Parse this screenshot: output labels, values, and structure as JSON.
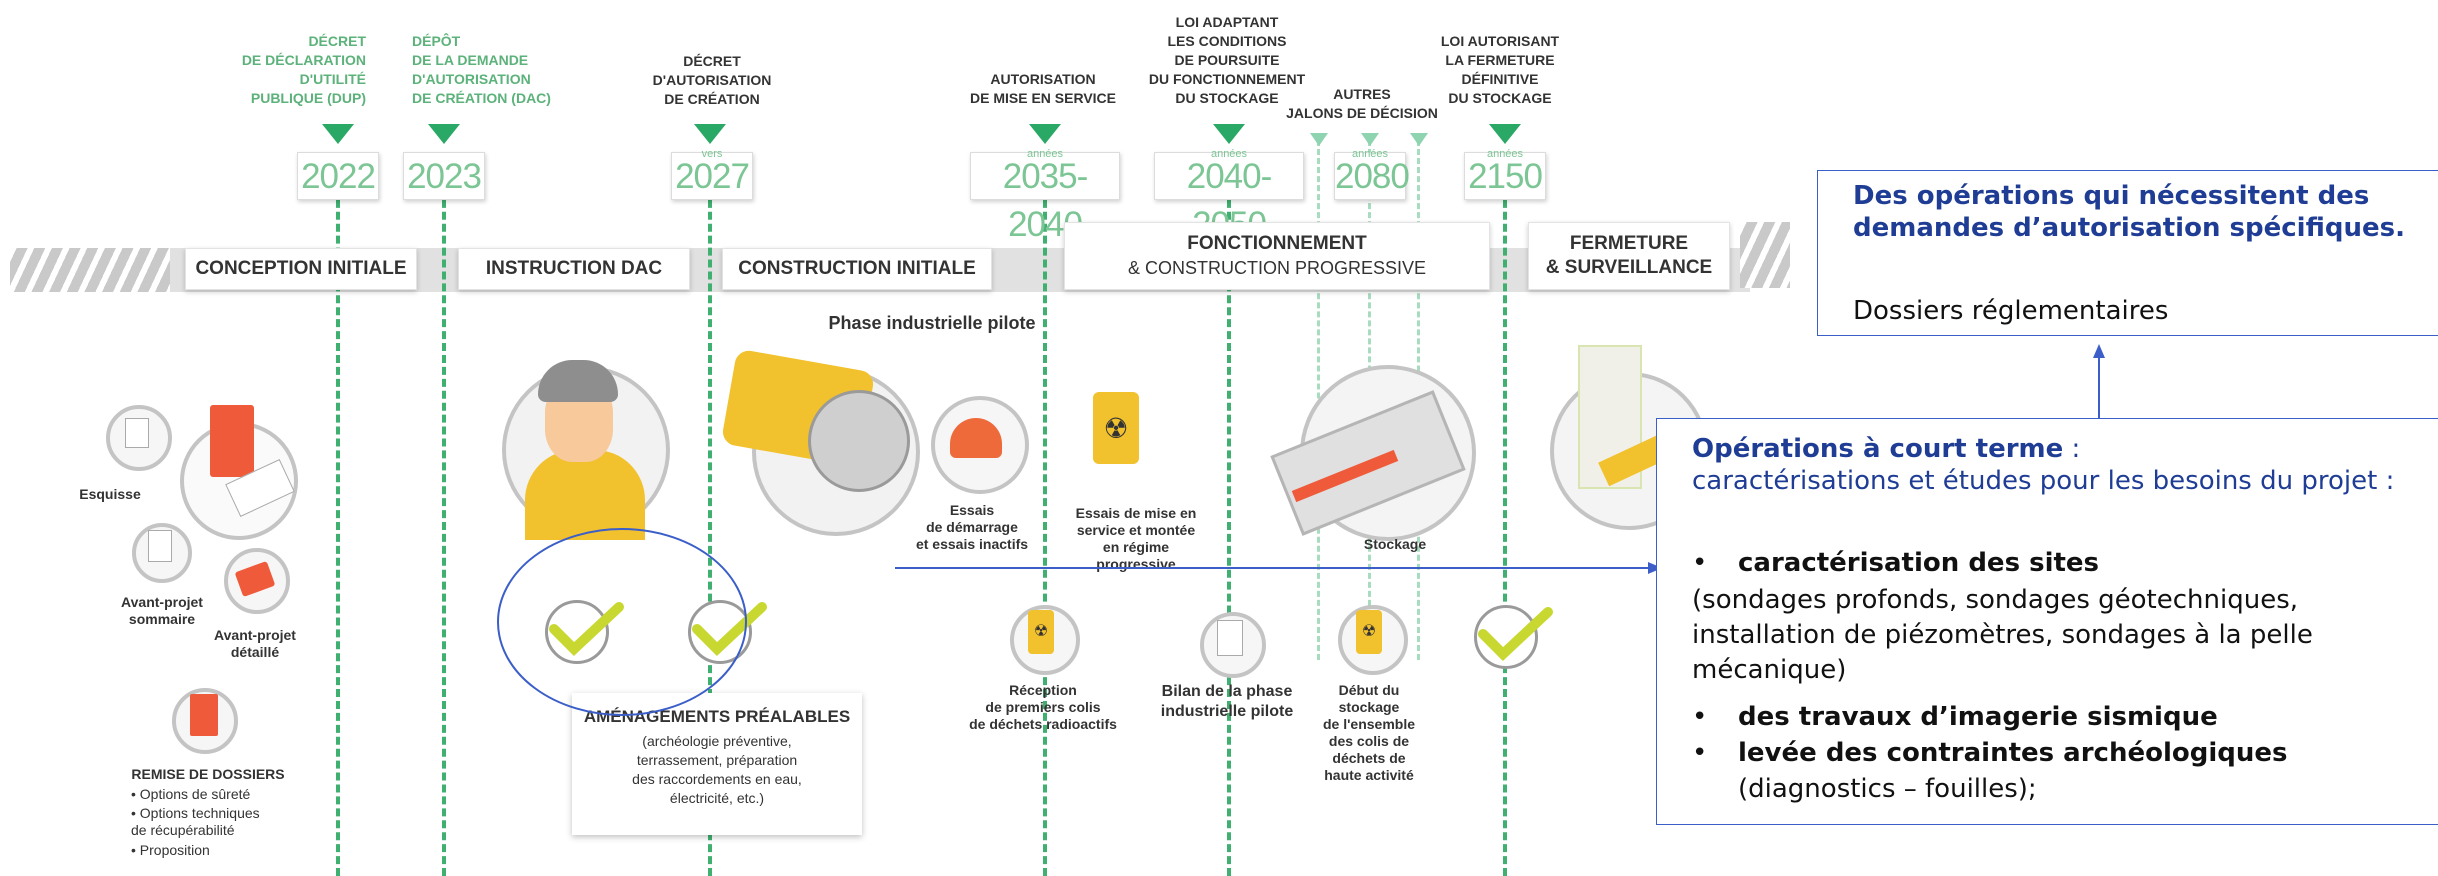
{
  "milestones": [
    {
      "title": "DÉCRET\nDE DÉCLARATION\nD'UTILITÉ\nPUBLIQUE (DUP)",
      "prefix": "",
      "year": "2022"
    },
    {
      "title": "DÉPÔT\nDE LA DEMANDE\nD'AUTORISATION\nDE CRÉATION (DAC)",
      "prefix": "",
      "year": "2023"
    },
    {
      "title": "DÉCRET\nD'AUTORISATION\nDE CRÉATION",
      "prefix": "vers",
      "year": "2027"
    },
    {
      "title": "AUTORISATION\nDE MISE EN SERVICE",
      "prefix": "années",
      "year": "2035-2040"
    },
    {
      "title": "LOI ADAPTANT\nLES CONDITIONS\nDE POURSUITE\nDU FONCTIONNEMENT\nDU STOCKAGE",
      "prefix": "années",
      "year": "2040-2050"
    },
    {
      "title": "AUTRES\nJALONS DE DÉCISION",
      "prefix": "années",
      "year": "2080"
    },
    {
      "title": "LOI AUTORISANT\nLA FERMETURE\nDÉFINITIVE\nDU STOCKAGE",
      "prefix": "années",
      "year": "2150"
    }
  ],
  "phases": {
    "conception": "CONCEPTION INITIALE",
    "instruction": "INSTRUCTION DAC",
    "construction": "CONSTRUCTION INITIALE",
    "fonctionnement": "FONCTIONNEMENT",
    "fonctionnement_sub": "& CONSTRUCTION PROGRESSIVE",
    "fermeture": "FERMETURE\n& SURVEILLANCE",
    "pilot": "Phase industrielle pilote"
  },
  "conception_labels": {
    "esquisse": "Esquisse",
    "aps": "Avant-projet\nsommaire",
    "apd": "Avant-projet\ndétaillé",
    "remise": "REMISE DE DOSSIERS",
    "remise_items": [
      "• Options de sûreté",
      "• Options techniques\n  de récupérabilité",
      "• Proposition"
    ]
  },
  "construction_labels": {
    "essais_demarrage": "Essais\nde démarrage\net essais inactifs",
    "essais_service": "Essais de mise en\nservice et montée\nen régime\nprogressive",
    "stockage": "Stockage",
    "reception": "Réception\nde premiers colis\nde déchets radioactifs",
    "bilan": "Bilan de la phase\nindustrielle pilote",
    "debut": "Début du\nstockage\nde l'ensemble\ndes colis de\ndéchets de\nhaute activité"
  },
  "amenagements": {
    "title": "AMÉNAGEMENTS PRÉALABLES",
    "desc": "(archéologie préventive,\nterrassement, préparation\ndes raccordements en eau,\nélectricité, etc.)"
  },
  "top_callout": {
    "bold": "Des opérations qui nécessitent des demandes d’autorisation spécifiques.",
    "normal": "Dossiers réglementaires"
  },
  "main_callout": {
    "title": "Opérations à court terme",
    "title_suffix": " :",
    "subtitle": "caractérisations et études pour les besoins du projet :",
    "bullet1": "caractérisation des sites",
    "bullet1_detail": "(sondages profonds, sondages géotechniques, installation de piézomètres, sondages à la pelle mécanique)",
    "bullet2": "des travaux d’imagerie sismique",
    "bullet3": "levée des contraintes archéologiques",
    "bullet3_detail": "(diagnostics – fouilles);"
  },
  "colors": {
    "milestone_green": "#2aa866",
    "year_green": "#7cc594",
    "callout_border": "#3b5ec9",
    "callout_title": "#1f3d94",
    "check_yellow": "#c8d830",
    "radioactive_yellow": "#f2c12e",
    "accent_orange": "#ef5b3a"
  }
}
